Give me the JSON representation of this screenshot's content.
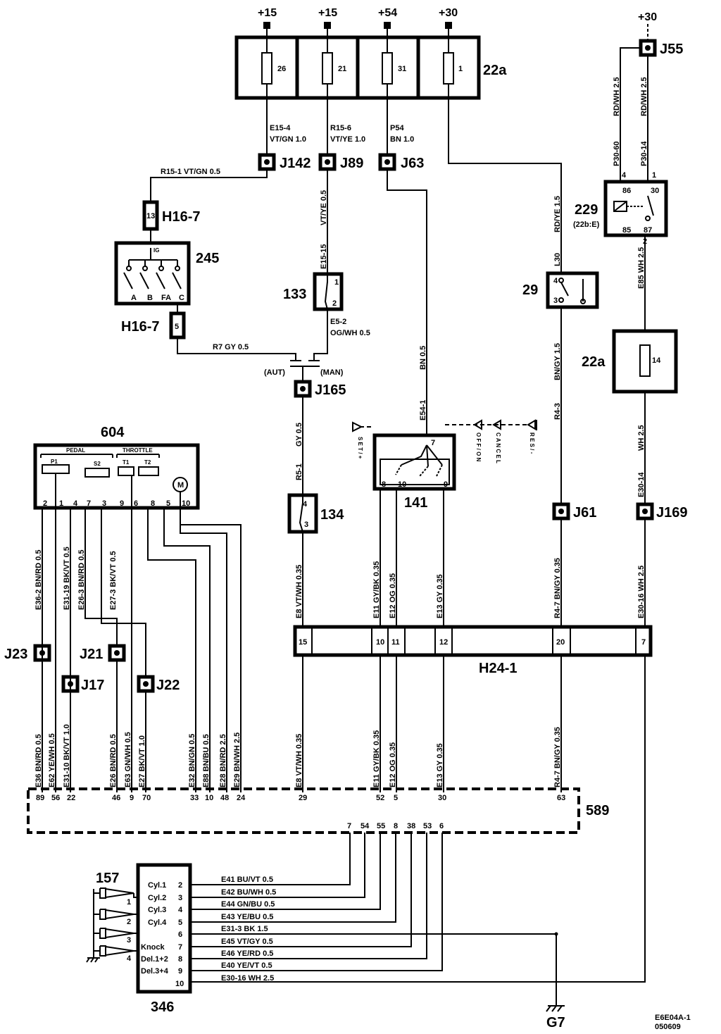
{
  "supply": {
    "s1": "+15",
    "s2": "+15",
    "s3": "+54",
    "s4": "+30",
    "s5": "+30"
  },
  "fusebox_top": {
    "label": "22a",
    "f1": "26",
    "f2": "21",
    "f3": "31",
    "f4": "1"
  },
  "fusebox_right": {
    "label": "22a",
    "fuse": "14"
  },
  "junctions": {
    "J55": "J55",
    "J142": "J142",
    "J89": "J89",
    "J63": "J63",
    "J165": "J165",
    "J61": "J61",
    "J169": "J169",
    "J23": "J23",
    "J21": "J21",
    "J17": "J17",
    "J22": "J22"
  },
  "connectors": {
    "h16_7a": "H16-7",
    "h16_7a_pin": "13",
    "h16_7b": "H16-7",
    "h16_7b_pin": "5",
    "h24": "H24-1"
  },
  "components": {
    "c245": "245",
    "c245_ig": "IG",
    "c245_a": "A",
    "c245_b": "B",
    "c245_fa": "FA",
    "c245_c": "C",
    "c133": "133",
    "c133_p1": "1",
    "c133_p2": "2",
    "c134": "134",
    "c134_p4": "4",
    "c134_p3": "3",
    "c29": "29",
    "c29_p4": "4",
    "c29_p3": "3",
    "c229": "229",
    "c229_sub": "(22b:E)",
    "c229_p86": "86",
    "c229_p30": "30",
    "c229_p85": "85",
    "c229_p87": "87",
    "c229_p4": "4",
    "c229_p1": "1",
    "c229_p2": "2",
    "c141": "141",
    "c141_p7": "7",
    "c141_p8": "8",
    "c141_p10": "10",
    "c141_p9": "9",
    "c604": "604",
    "c604_pedal": "PEDAL",
    "c604_throttle": "THROTTLE",
    "c604_p1": "P1",
    "c604_s2": "S2",
    "c604_t1": "T1",
    "c604_t2": "T2",
    "c604_m": "M",
    "c589": "589",
    "c346": "346",
    "c157": "157",
    "g7": "G7",
    "aut": "(AUT)",
    "man": "(MAN)"
  },
  "wires": {
    "e15_4": "E15-4",
    "vtgn10": "VT/GN    1.0",
    "r15_6": "R15-6",
    "vtye10": "VT/YE    1.0",
    "p54": "P54",
    "bn10": "BN    1.0",
    "r15_1": "R15-1    VT/GN    0.5",
    "vtye05": "VT/YE    0.5",
    "e15_15": "E15-15",
    "e5_2": "E5-2",
    "ogwh05": "OG/WH    0.5",
    "r7": "R7    GY    0.5",
    "gy05": "GY    0.5",
    "r5_1": "R5-1",
    "e8top": "E8    VT/WH    0.35",
    "bn05": "BN    0.5",
    "e54_1": "E54-1",
    "rdye15": "RD/YE    1.5",
    "l30": "L30",
    "bngy15": "BN/GY    1.5",
    "r4_3": "R4-3",
    "r4_7top": "R4-7    BN/GY    0.35",
    "rdwh25a": "RD/WH    2.5",
    "p30_60": "P30-60",
    "rdwh25b": "RD/WH    2.5",
    "p30_14": "P30-14",
    "e85": "E85    WH    2.5",
    "wh25": "WH    2.5",
    "e30_14": "E30-14",
    "e30_16top": "E30-16    WH    2.5",
    "e11top": "E11    GY/BK    0.35",
    "e12top": "E12    OG    0.35",
    "e13top": "E13    GY    0.35",
    "e36_2": "E36-2    BN/RD    0.5",
    "e31_19": "E31-19    BK/VT    0.5",
    "e26_3": "E26-3    BN/RD    0.5",
    "e27_3": "E27-3    BK/VT    0.5",
    "b_e36": "E36    BN/RD    0.5",
    "b_e62": "E62    YE/WH    0.5",
    "b_e31": "E31-10    BK/VT    1.0",
    "b_e26": "E26    BN/RD    0.5",
    "b_e63": "E63    GN/WH    0.5",
    "b_e27": "E27    BK/VT    1.0",
    "b_e32": "E32    BN/GN    0.5",
    "b_e88": "E88    BN/BU    0.5",
    "b_e28": "E28    BN/RD    2.5",
    "b_e29": "E29    BN/WH    2.5",
    "b_e8": "E8    VT/WH    0.35",
    "b_e11": "E11    GY/BK    0.35",
    "b_e12": "E12    OG    0.35",
    "b_e13": "E13    GY    0.35",
    "b_r47": "R4-7    BN/GY    0.35",
    "h1": "E41    BU/VT    0.5",
    "h2": "E42    BU/WH    0.5",
    "h3": "E44    GN/BU    0.5",
    "h4": "E43    YE/BU    0.5",
    "h5": "E31-3     BK  1.5",
    "h6": "E45    VT/GY    0.5",
    "h7": "E46    YE/RD    0.5",
    "h8": "E40    YE/VT    0.5",
    "h9": "E30-16      WH 2.5"
  },
  "pins": {
    "c604_pins": [
      "2",
      "1",
      "4",
      "7",
      "3",
      "9",
      "6",
      "8",
      "5",
      "10"
    ],
    "h24_pins": [
      "15",
      "10",
      "11",
      "12",
      "20",
      "7"
    ],
    "c589_top": [
      "89",
      "56",
      "22",
      "46",
      "9",
      "70",
      "33",
      "10",
      "48",
      "24",
      "29",
      "52",
      "5",
      "30",
      "63"
    ],
    "c589_bot": [
      "7",
      "54",
      "55",
      "8",
      "38",
      "53",
      "6"
    ],
    "c346_labels": [
      "Cyl.1",
      "Cyl.2",
      "Cyl.3",
      "Cyl.4",
      "",
      "Knock",
      "Del.1+2",
      "Del.3+4",
      ""
    ],
    "c346_nums": [
      "2",
      "3",
      "4",
      "5",
      "6",
      "7",
      "8",
      "9",
      "10"
    ],
    "c157_nums": [
      "1",
      "2",
      "3",
      "4"
    ]
  },
  "cruise": {
    "set": "S E T / +",
    "off": "O F F / O N",
    "cancel": "C A N C E L",
    "res": "R E S / -"
  },
  "footer": {
    "code": "E6E04A-1",
    "date": "050609"
  }
}
